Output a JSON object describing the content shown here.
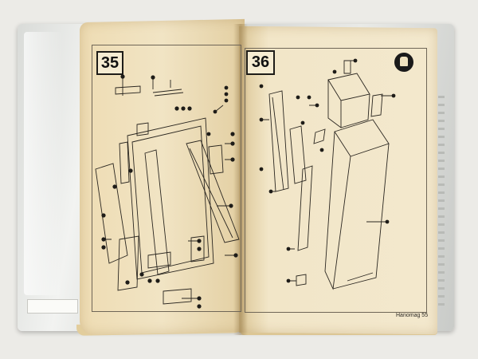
{
  "scene": {
    "type": "photo of an open spare-parts catalogue in a clear plastic binder sleeve",
    "colors": {
      "paper": "#efe2c0",
      "ink": "#1e1c18",
      "sleeve": "#dcdedb",
      "background": "#ecebe7"
    }
  },
  "left_page": {
    "number": "35"
  },
  "right_page": {
    "number": "36",
    "footer": "Hanomag 55"
  }
}
